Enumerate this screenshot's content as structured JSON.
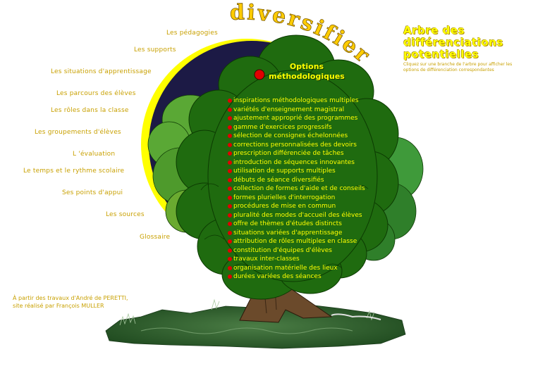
{
  "header": {
    "arc_word": "diversifier",
    "title": "Arbre des différenciations potentielles",
    "subtitle": "Cliquez sur une branche de l'arbre pour afficher les options de différenciation correspondantes"
  },
  "nav": [
    {
      "label": "Les pédagogies"
    },
    {
      "label": "Les supports"
    },
    {
      "label": "Les situations d'apprentissage"
    },
    {
      "label": "Les parcours des élèves"
    },
    {
      "label": "Les rôles dans la classe"
    },
    {
      "label": "Les groupements d'élèves"
    },
    {
      "label": "L 'évaluation"
    },
    {
      "label": "Le temps et le rythme scolaire"
    },
    {
      "label": "Ses points d'appui"
    },
    {
      "label": "Les sources"
    },
    {
      "label": "Glossaire"
    }
  ],
  "section": {
    "title": "Options méthodologiques",
    "items": [
      "inspirations méthodologiques multiples",
      "variétés d'enseignement magistral",
      "ajustement approprié des programmes",
      "gamme d'exercices progressifs",
      "sélection de consignes échelonnées",
      "corrections personnalisées des devoirs",
      "prescription différenciée de tâches",
      "introduction de séquences innovantes",
      "utilisation de supports multiples",
      "débuts de séance diversifiés",
      "collection de formes d'aide et de conseils",
      "formes plurielles d'interrogation",
      "procédures de mise en commun",
      "pluralité des modes d'accueil des élèves",
      "offre de thèmes d'études distincts",
      "situations variées d'apprentissage",
      "attribution de rôles multiples en classe",
      "constitution d'équipes d'élèves",
      "travaux inter-classes",
      "organisation matérielle des lieux",
      "durées variées des séances"
    ]
  },
  "credit": {
    "line1": "À partir des travaux d'André de PERETTI,",
    "line2": "site réalisé par François MULLER"
  },
  "colors": {
    "canopy_dark": "#1f6b0f",
    "canopy_mid": "#3f8f1f",
    "canopy_light": "#5aa835",
    "sky": "#1c1a45",
    "halo": "#ffff00",
    "trunk": "#6b4a2b",
    "grass": "#2e5e2a",
    "text_gold": "#c8a000",
    "text_yellow": "#ffff00",
    "bullet": "#e00000"
  }
}
